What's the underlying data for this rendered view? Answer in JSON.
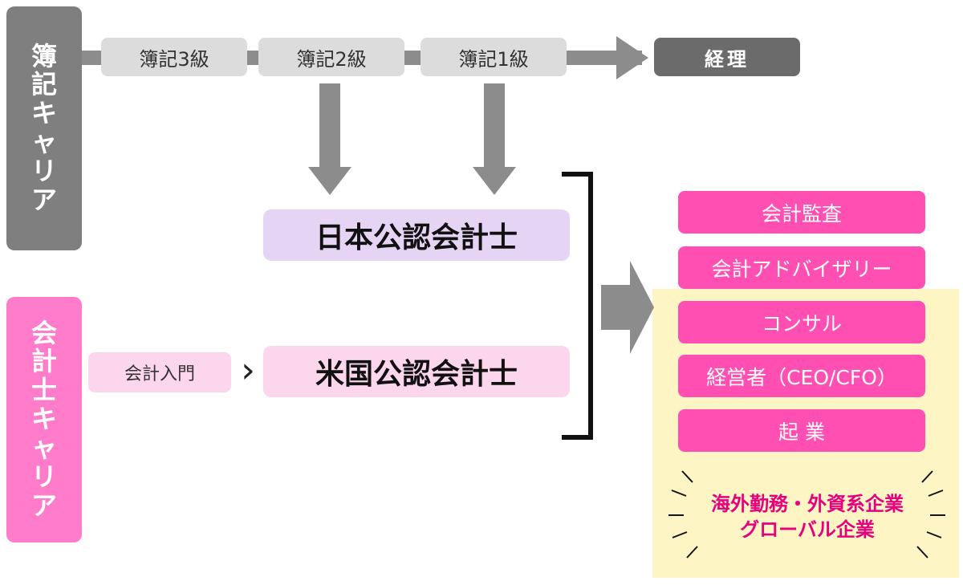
{
  "career_labels": {
    "boki": [
      "簿",
      "記",
      "キ",
      "ャ",
      "リ",
      "ア"
    ],
    "kaikeishi": [
      "会",
      "計",
      "士",
      "キ",
      "ャ",
      "リ",
      "ア"
    ]
  },
  "boki_steps": [
    "簿記3級",
    "簿記2級",
    "簿記1級"
  ],
  "keiri": "経理",
  "intro": "会計入門",
  "chevron": "›",
  "qualifications": {
    "jcpa": "日本公認会計士",
    "uscpa": "米国公認会計士"
  },
  "destinations": [
    "会計監査",
    "会計アドバイザリー",
    "コンサル",
    "経営者（CEO/CFO）",
    "起 業"
  ],
  "highlight": {
    "line1": "海外勤務・外資系企業",
    "line2": "グローバル企業"
  },
  "colors": {
    "boki_label": "#7f7f7f",
    "kaikeishi_label": "#ff7ccb",
    "arrow": "#8c8c8c",
    "magenta": "#ff4fb3",
    "cream": "#fdf6c4",
    "highlight_text": "#e6007e"
  }
}
